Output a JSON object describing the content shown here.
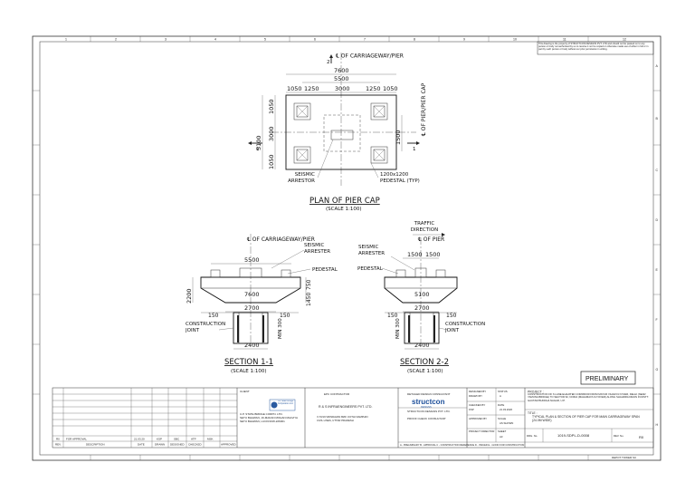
{
  "notice": "This drawing is the property of STRUCTCON DESIGNS PVT. LTD and should not be passed on to any person or body not authorised by us to receive it nor be copied or otherwise made use of either in full or in part by such person or body without our prior permission in writing.",
  "grid": {
    "columns": [
      "1",
      "2",
      "3",
      "4",
      "5",
      "6",
      "7",
      "8",
      "9",
      "10",
      "11",
      "12"
    ],
    "rows": [
      "A",
      "B",
      "C",
      "D",
      "E",
      "F",
      "G",
      "H"
    ]
  },
  "plan": {
    "cl_carriageway": "℄ OF CARRIAGEWAY/PIER",
    "cl_pier_cap": "℄ OF PIER/PIER CAP",
    "section_mark_top": "2",
    "section_mark_side": "1",
    "dim_overall": "7600",
    "dim_inner": "5500",
    "dims_top": [
      "1050",
      "1250",
      "3000",
      "1250",
      "1050"
    ],
    "dim_left_total": "5100",
    "dims_left": [
      "1050",
      "3000",
      "1050"
    ],
    "dim_right": "1500",
    "label_arrestor": "SEISMIC ARRESTOR",
    "label_pedestal": "1200x1200 PEDESTAL (TYP)",
    "title": "PLAN OF PIER CAP",
    "scale": "(SCALE 1:100)"
  },
  "section11": {
    "cl": "℄ OF CARRIAGEWAY/PIER",
    "label_arrester": "SEISMIC ARRESTER",
    "label_pedestal": "PEDESTAL",
    "dim_top": "5500",
    "dim_width": "7600",
    "dim_bottom": "2700",
    "dim_height": "2200",
    "dim_depth": "1450",
    "dim_top_depth": "750",
    "dim_side": "150",
    "dim_side2": "150",
    "label_joint": "CONSTRUCTION JOINT",
    "dim_min": "MIN 300",
    "dim_pier": "2400",
    "title": "SECTION 1-1",
    "scale": "(SCALE 1:100)"
  },
  "section22": {
    "traffic": "TRAFFIC DIRECTION",
    "cl": "℄ OF PIER",
    "label_arrester": "SEISMIC ARRESTER",
    "label_pedestal": "PEDESTAL",
    "dims_top": [
      "1500",
      "1500"
    ],
    "dim_width": "5100",
    "dim_bottom": "2700",
    "dim_side": "150",
    "dim_side2": "150",
    "label_joint": "CONSTRUCTION JOINT",
    "dim_min": "MIN 300",
    "dim_pier": "2400",
    "title": "SECTION 2-2",
    "scale": "(SCALE 1:100)"
  },
  "stamp": "PRELIMINARY",
  "revisions": {
    "row_r0": [
      "R0",
      "FOR APPROVAL",
      "21.03.20",
      "KSP",
      "SBC",
      "ATP",
      "MSK"
    ],
    "headers": [
      "REV.",
      "DESCRIPTION",
      "DATE",
      "DRAWN",
      "DESIGNED",
      "CHECKED",
      "APPROVED"
    ]
  },
  "client": {
    "label": "CLIENT",
    "logo_text": "UP State Bridge Corporation Ltd.",
    "lines": [
      "U.P. STATE BRIDGE CORPN. LTD.",
      "SETU BHAWAN, 16-MADAN MOHAN MALVIYA",
      "SETU BHAWAN, LUCKNOW-226001"
    ]
  },
  "contractor": {
    "label": "EPC CONTRACTOR",
    "name": "R & S INFRAENGINEERS PVT. LTD.",
    "lines": [
      "V-70/19 VRINDAVAN BZR. KOTHI DAMPHIN",
      "CIVIL LINES, UTTAR PRADESH"
    ]
  },
  "consultant": {
    "label": "DETAILED DESIGN CONSULTANT",
    "logo": "structcon",
    "logo_sub": "DESIGNS",
    "name": "STRUCTCON DESIGNS PVT. LTD.",
    "proof": "PROOF CHECK CONSULTANT"
  },
  "signoff": {
    "designed": "DESIGNED BY",
    "checked": "CHECKED BY",
    "approved": "APPROVED BY",
    "director": "PROJECT DIRECTOR",
    "status_label": "STATUS",
    "status": "A",
    "date_label": "DATE",
    "date": "21.03.2020",
    "drawn_label": "DRAWN BY",
    "drawn": "KSP",
    "scale_label": "SCALE",
    "scale": "AS SHOWN",
    "sheet_label": "SHEET",
    "sheet": "A3"
  },
  "project": {
    "label": "PROJECT :",
    "text": "CONSTRUCTION OF 6 LANE ELEVATED CORRIDOR FROM MAYUR VIHAR FLYOVER, DELHI (NEAR YAMUNA BRIDGE) TO SECTOR 62, NOIDA (MAHAMAYA FLYOVER) ALONG SHAHDRA DRAIN IN DISTT. GAUTAM BUDDHA NAGAR, U.P.",
    "title_label": "TITLE :",
    "title": "TYPICAL PLAN & SECTION OF PIER CAP FOR MAIN CARRIAGEWAY SPAN (24.0M WIDE)",
    "dwg_label": "DRG. No.",
    "dwg": "1019-SDPL-D-0008",
    "rev_label": "REV. No.",
    "rev": "R0"
  },
  "legend_line": "A - PRELIMINARY  B - APPROVAL  C - CONSTRUCTION REFERENCE  D - ISSUED  E - GOOD FOR CONSTRUCTION",
  "footer": "DEPOT TOWER  SC"
}
